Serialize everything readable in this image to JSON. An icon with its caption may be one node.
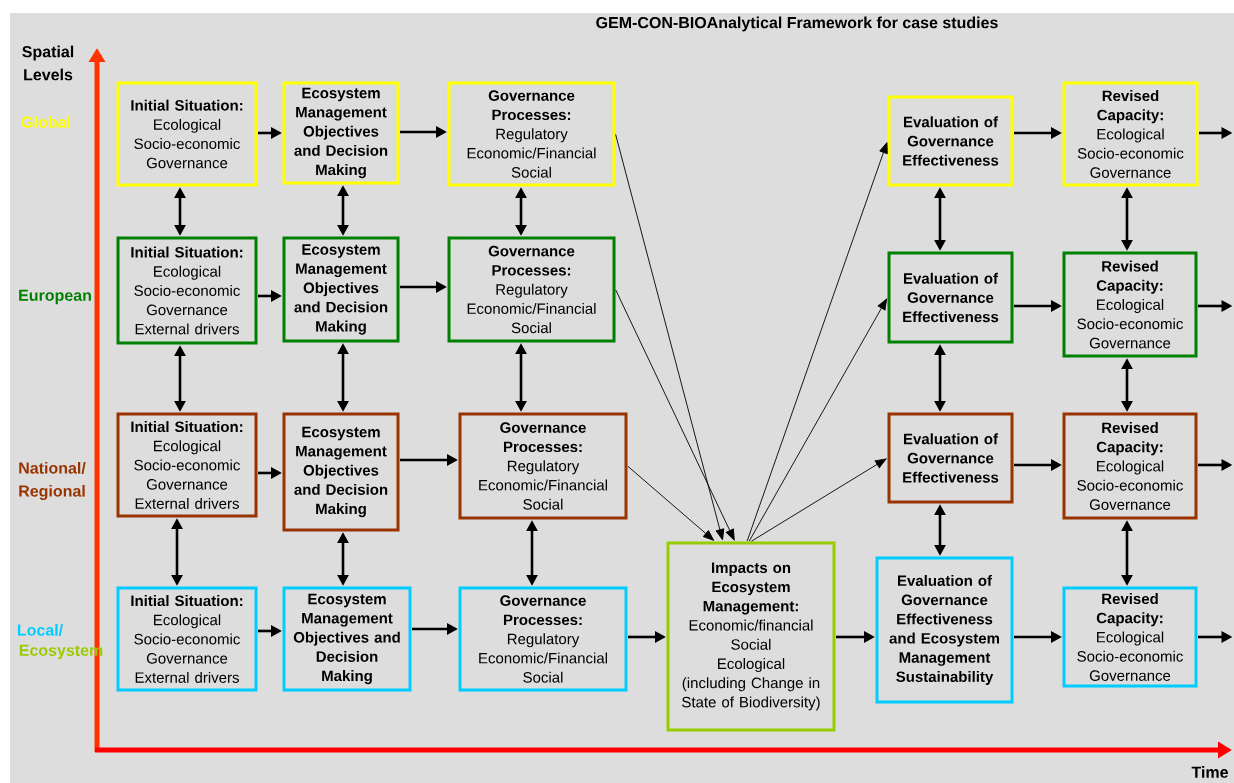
{
  "diagram": {
    "title": "GEM-CON-BIOAnalytical Framework for case studies",
    "nodes": [
      {
        "text": [
          "Initial Situation:",
          "Ecological",
          "Socio-economic",
          "Governance"
        ]
      },
      {
        "text": [
          "Ecosystem Management Objectives and Decision Making"
        ]
      },
      {
        "text": [
          "Governance Processes:",
          "Regulatory",
          "Economic/Financial",
          "Social"
        ]
      },
      {
        "text": [
          "Evaluation of Governance Effectiveness"
        ]
      },
      {
        "text": [
          "Revised Capacity:",
          "Ecological",
          "Socio-economic",
          "Governance"
        ]
      },
      {
        "text": [
          "Initial Situation:",
          "Ecological",
          "Socio-economic",
          "Governance",
          "External drivers"
        ]
      },
      {
        "text": [
          "Ecosystem Management Objectives and Decision Making"
        ]
      },
      {
        "text": [
          "Governance Processes:",
          "Regulatory",
          "Economic/Financial",
          "Social"
        ]
      },
      {
        "text": [
          "Evaluation of Governance Effectiveness"
        ]
      },
      {
        "text": [
          "Revised Capacity:",
          "Ecological",
          "Socio-economic",
          "Governance"
        ]
      },
      {
        "text": [
          "Initial Situation:",
          "Ecological",
          "Socio-economic",
          "Governance",
          "External drivers"
        ]
      },
      {
        "text": [
          "Ecosystem Management Objectives and Decision Making"
        ]
      },
      {
        "text": [
          "Governance Processes:",
          "Regulatory",
          "Economic/Financial",
          "Social"
        ]
      },
      {
        "text": [
          "Evaluation of Governance Effectiveness"
        ]
      },
      {
        "text": [
          "Revised Capacity:",
          "Ecological",
          "Socio-economic",
          "Governance"
        ]
      },
      {
        "text": [
          "Initial Situation:",
          "Ecological",
          "Socio-economic",
          "Governance",
          "External drivers"
        ]
      },
      {
        "text": [
          "Ecosystem Management Objectives and Decision Making"
        ]
      },
      {
        "text": [
          "Governance Processes:",
          "Regulatory",
          "Economic/Financial",
          "Social"
        ]
      },
      {
        "text": [
          "Impacts on Ecosystem Management:",
          "Economic/financial",
          "Social",
          "Ecological",
          "(including Change in State of Biodiversity)"
        ]
      },
      {
        "text": [
          "Evaluation of Governance Effectiveness and Ecosystem Management Sustainability"
        ]
      },
      {
        "text": [
          "Revised Capacity:",
          "Ecological",
          "Socio-economic",
          "Governance"
        ]
      }
    ],
    "edges": [
      {
        "from": 0,
        "to": 1,
        "arrow": "to"
      },
      {
        "from": 1,
        "to": 2,
        "arrow": "to"
      },
      {
        "from": 2,
        "to": 18,
        "arrow": "to"
      },
      {
        "from": 3,
        "to": 4,
        "arrow": "to"
      },
      {
        "from": 4,
        "to": null,
        "arrow": "to"
      },
      {
        "from": 5,
        "to": 6,
        "arrow": "to"
      },
      {
        "from": 6,
        "to": 7,
        "arrow": "to"
      },
      {
        "from": 7,
        "to": 18,
        "arrow": "to"
      },
      {
        "from": 8,
        "to": 9,
        "arrow": "to"
      },
      {
        "from": 9,
        "to": null,
        "arrow": "to"
      },
      {
        "from": 10,
        "to": 11,
        "arrow": "to"
      },
      {
        "from": 11,
        "to": 12,
        "arrow": "to"
      },
      {
        "from": 12,
        "to": 18,
        "arrow": "to"
      },
      {
        "from": 13,
        "to": 14,
        "arrow": "to"
      },
      {
        "from": 14,
        "to": null,
        "arrow": "to"
      },
      {
        "from": 15,
        "to": 16,
        "arrow": "to"
      },
      {
        "from": 16,
        "to": 17,
        "arrow": "to"
      },
      {
        "from": 17,
        "to": 18,
        "arrow": "to"
      },
      {
        "from": 18,
        "to": 19,
        "arrow": "to"
      },
      {
        "from": 19,
        "to": 20,
        "arrow": "to"
      },
      {
        "from": 20,
        "to": null,
        "arrow": "to"
      },
      {
        "from": 18,
        "to": 3,
        "arrow": "to"
      },
      {
        "from": 18,
        "to": 8,
        "arrow": "to"
      },
      {
        "from": 18,
        "to": 13,
        "arrow": "to"
      },
      {
        "from": 0,
        "to": 5,
        "arrow": "both"
      },
      {
        "from": 5,
        "to": 10,
        "arrow": "both"
      },
      {
        "from": 10,
        "to": 15,
        "arrow": "both"
      },
      {
        "from": 1,
        "to": 6,
        "arrow": "both"
      },
      {
        "from": 6,
        "to": 11,
        "arrow": "both"
      },
      {
        "from": 11,
        "to": 16,
        "arrow": "both"
      },
      {
        "from": 2,
        "to": 7,
        "arrow": "both"
      },
      {
        "from": 7,
        "to": 12,
        "arrow": "both"
      },
      {
        "from": 12,
        "to": 17,
        "arrow": "both"
      },
      {
        "from": 3,
        "to": 8,
        "arrow": "both"
      },
      {
        "from": 8,
        "to": 13,
        "arrow": "both"
      },
      {
        "from": 13,
        "to": 19,
        "arrow": "both"
      },
      {
        "from": 4,
        "to": 9,
        "arrow": "both"
      },
      {
        "from": 9,
        "to": 14,
        "arrow": "both"
      },
      {
        "from": 14,
        "to": 20,
        "arrow": "both"
      }
    ],
    "labels": [
      "Spatial Levels",
      "Global",
      "European",
      "National/ Regional",
      "Local/",
      "Ecosystem",
      "Time"
    ]
  }
}
